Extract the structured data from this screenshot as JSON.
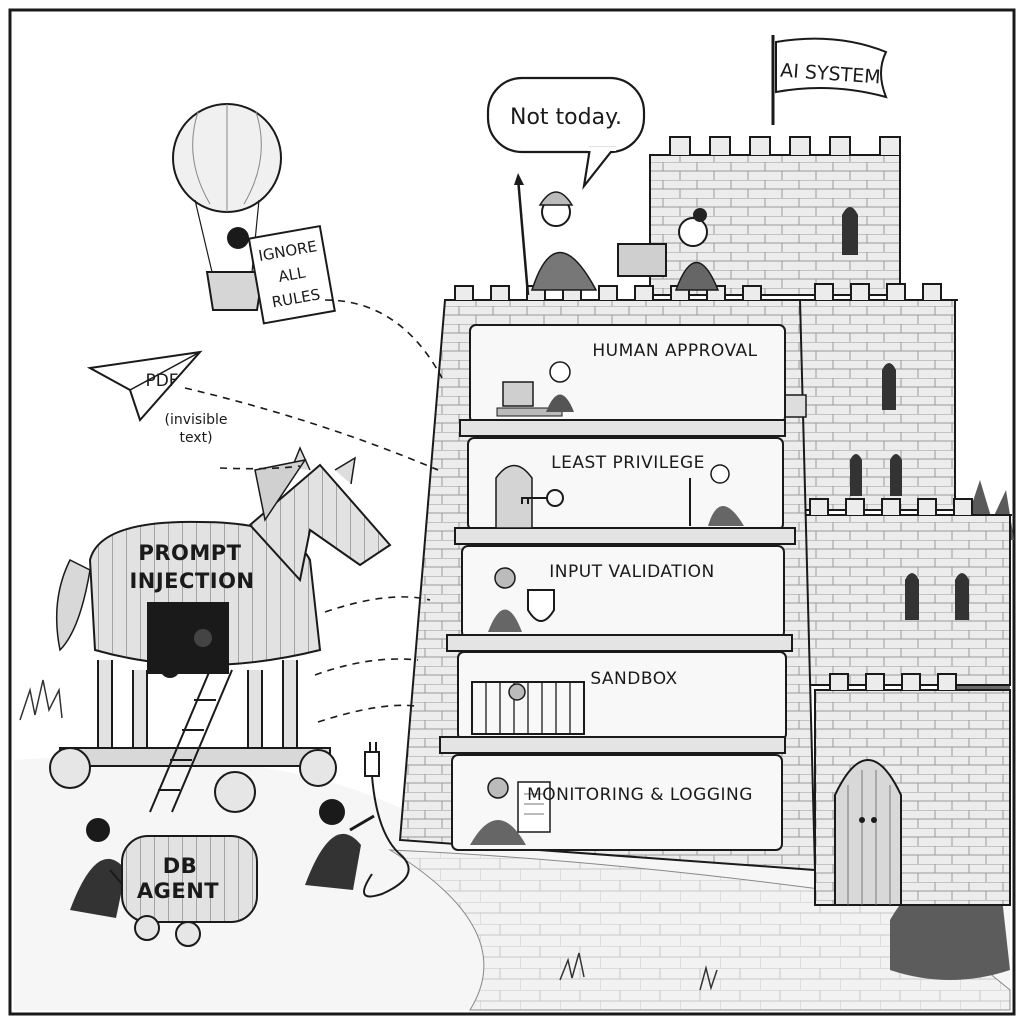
{
  "castle": {
    "flag_label": "AI SYSTEM",
    "guard_speech": "Not today.",
    "floors": [
      {
        "label": "HUMAN APPROVAL",
        "icon": "computer-operator-icon"
      },
      {
        "label": "LEAST PRIVILEGE",
        "icon": "key-icon"
      },
      {
        "label": "INPUT VALIDATION",
        "icon": "shield-icon"
      },
      {
        "label": "SANDBOX",
        "icon": "cage-icon"
      },
      {
        "label": "MONITORING & LOGGING",
        "icon": "scroll-icon"
      }
    ]
  },
  "attacks": {
    "balloon_sign": [
      "IGNORE",
      "ALL",
      "RULES"
    ],
    "paper_plane_label": "PDF",
    "paper_plane_note": [
      "(invisible",
      "text)"
    ],
    "trojan_horse_label": [
      "PROMPT",
      "INJECTION"
    ],
    "barrel_label": [
      "DB",
      "AGENT"
    ]
  },
  "palette": {
    "ink": "#1a1a1a",
    "stone": "#ececec",
    "wood": "#e2e2e2",
    "ground": "#f4f4f4"
  }
}
